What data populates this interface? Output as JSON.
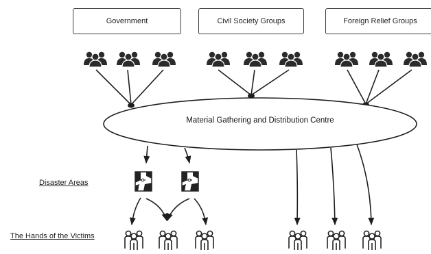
{
  "boxes": {
    "government": "Government",
    "civil_society": "Civil Society Groups",
    "foreign_relief": "Foreign Relief Groups"
  },
  "centre": "Material Gathering and Distribution Centre",
  "labels": {
    "disaster_areas": "Disaster Areas",
    "victims": "The Hands of the Victims"
  },
  "icons": {
    "group": "people-group-icon",
    "area": "map-area-icon",
    "victim": "victims-group-icon"
  },
  "colors": {
    "stroke": "#1e1e1e",
    "icon": "#2b2b2b",
    "box_border": "#3a3a3a"
  }
}
